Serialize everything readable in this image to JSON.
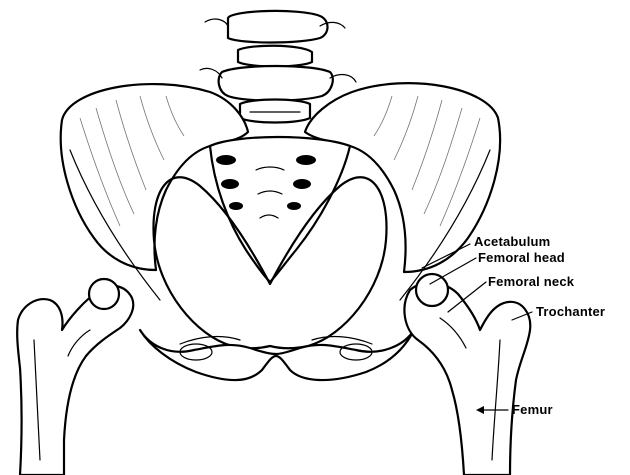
{
  "labels": {
    "acetabulum": "Acetabulum",
    "femoral_head": "Femoral head",
    "femoral_neck": "Femoral neck",
    "trochanter": "Trochanter",
    "femur": "Femur"
  },
  "colors": {
    "ink": "#000000",
    "background": "#ffffff"
  }
}
